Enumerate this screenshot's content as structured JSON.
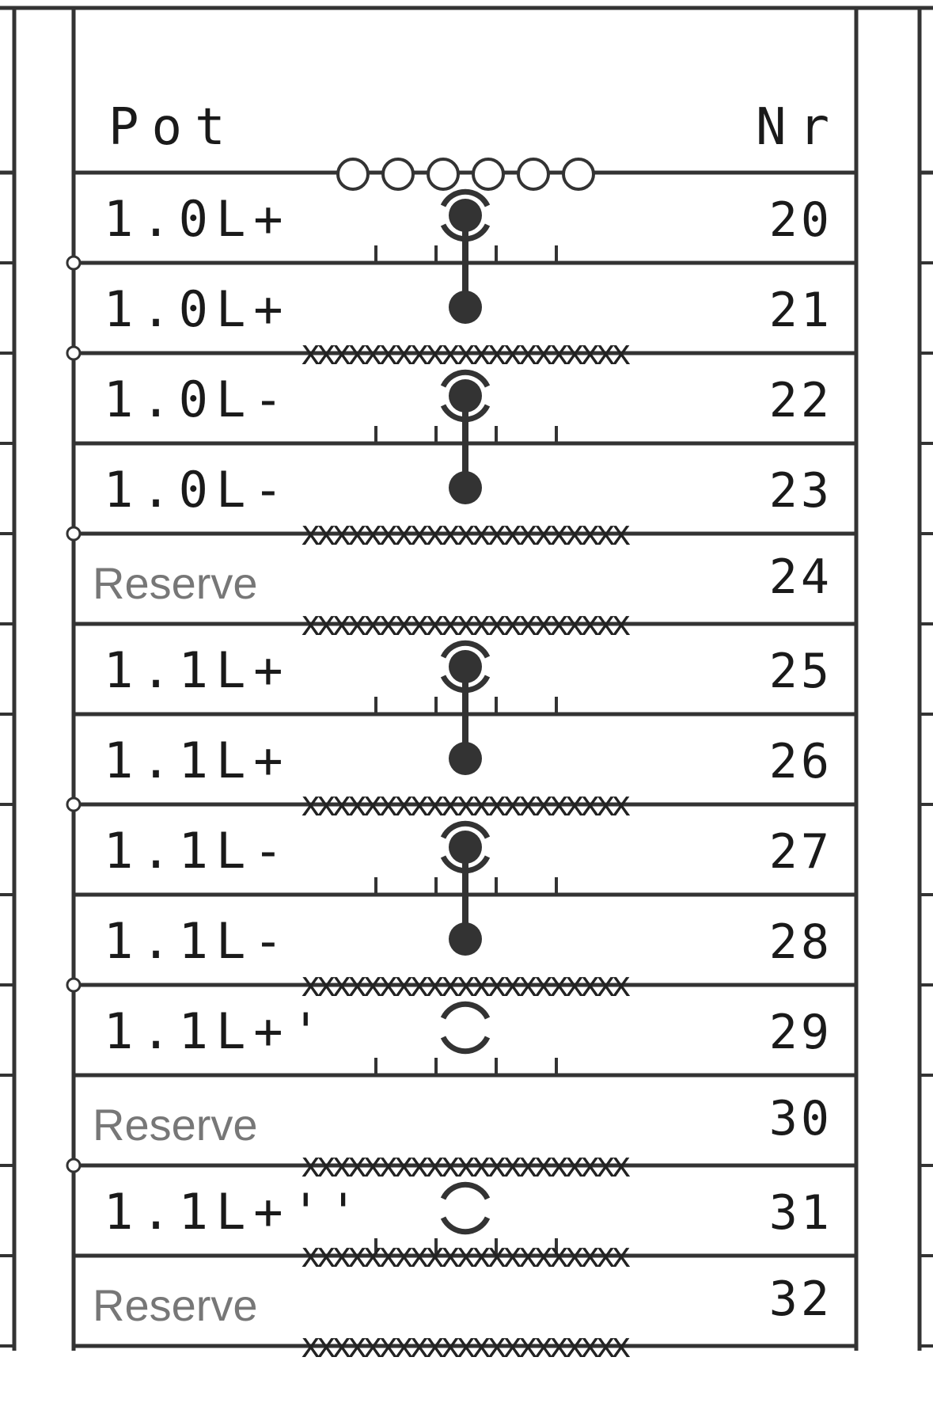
{
  "header": {
    "pot_label": "Pot",
    "nr_label": "Nr"
  },
  "colors": {
    "line": "#333333",
    "fill": "#333333",
    "text": "#1a1a1a",
    "reserve_text": "#777777"
  },
  "rows": [
    {
      "pot": "1.0L+",
      "nr": "20",
      "reserve": false,
      "symbol": "bridge-top"
    },
    {
      "pot": "1.0L+",
      "nr": "21",
      "reserve": false,
      "symbol": "bridge-bottom"
    },
    {
      "pot": "1.0L-",
      "nr": "22",
      "reserve": false,
      "symbol": "bridge-top"
    },
    {
      "pot": "1.0L-",
      "nr": "23",
      "reserve": false,
      "symbol": "bridge-bottom"
    },
    {
      "pot": "Reserve",
      "nr": "24",
      "reserve": true,
      "symbol": "none"
    },
    {
      "pot": "1.1L+",
      "nr": "25",
      "reserve": false,
      "symbol": "bridge-top"
    },
    {
      "pot": "1.1L+",
      "nr": "26",
      "reserve": false,
      "symbol": "bridge-bottom"
    },
    {
      "pot": "1.1L-",
      "nr": "27",
      "reserve": false,
      "symbol": "bridge-top"
    },
    {
      "pot": "1.1L-",
      "nr": "28",
      "reserve": false,
      "symbol": "bridge-bottom"
    },
    {
      "pot": "1.1L+'",
      "nr": "29",
      "reserve": false,
      "symbol": "open"
    },
    {
      "pot": "Reserve",
      "nr": "30",
      "reserve": true,
      "symbol": "none"
    },
    {
      "pot": "1.1L+''",
      "nr": "31",
      "reserve": false,
      "symbol": "open"
    },
    {
      "pot": "Reserve",
      "nr": "32",
      "reserve": true,
      "symbol": "none"
    }
  ],
  "separator_text": "xxxxxxxxxxxxxxxxxxxxx",
  "separator_after_rows": [
    1,
    3,
    4,
    6,
    8,
    10,
    11,
    12
  ]
}
